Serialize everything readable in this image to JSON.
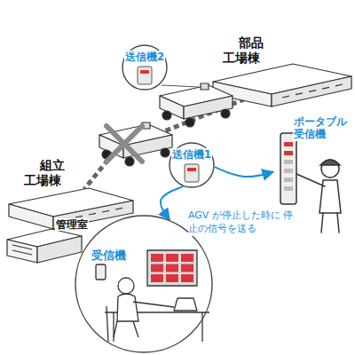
{
  "diagram": {
    "nodes": [
      {
        "text": [
          "部品工場棟"
        ]
      },
      {
        "text": [
          "送信機2"
        ]
      },
      {
        "text": [
          "組立工場棟"
        ]
      },
      {
        "text": [
          "管理室"
        ]
      },
      {
        "text": [
          "送信機1"
        ]
      },
      {
        "text": [
          "ポータブル受信機"
        ]
      },
      {
        "text": [
          "受信機"
        ]
      }
    ],
    "edges": [
      {
        "from": 4,
        "to": 5,
        "arrow": "to"
      },
      {
        "from": 4,
        "to": 6,
        "arrow": "to"
      }
    ],
    "labels": [
      "AGV が停止した時に 停止の信号を送る"
    ]
  }
}
